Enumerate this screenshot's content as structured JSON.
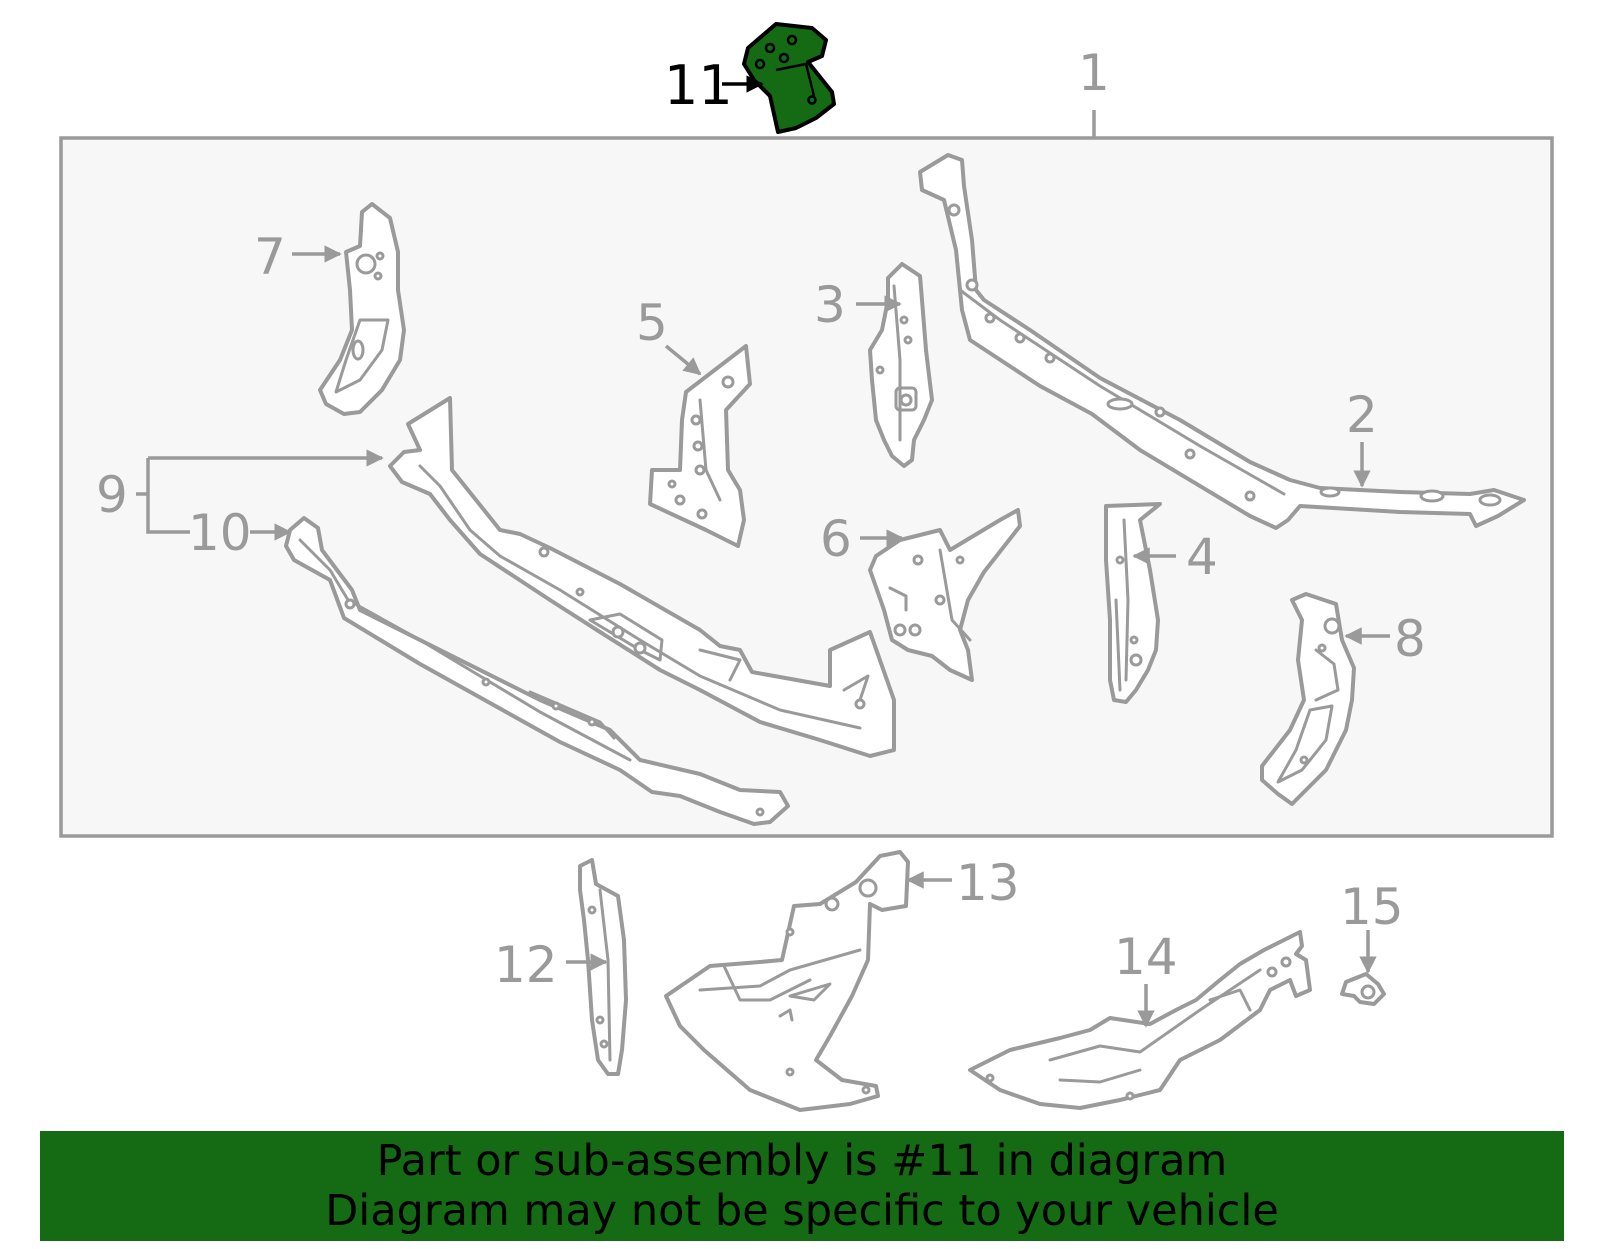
{
  "colors": {
    "highlight": "#146b14",
    "line": "#9a9a9a",
    "assembly_box_fill": "#f7f7f7",
    "banner_bg": "#146b14",
    "banner_text": "#000000"
  },
  "highlighted_part": "11",
  "callouts": {
    "c1": "1",
    "c2": "2",
    "c3": "3",
    "c4": "4",
    "c5": "5",
    "c6": "6",
    "c7": "7",
    "c8": "8",
    "c9": "9",
    "c10": "10",
    "c11": "11",
    "c12": "12",
    "c13": "13",
    "c14": "14",
    "c15": "15"
  },
  "banner": {
    "line1": "Part or sub-assembly is #11 in diagram",
    "line2": "Diagram may not be specific to your vehicle"
  }
}
